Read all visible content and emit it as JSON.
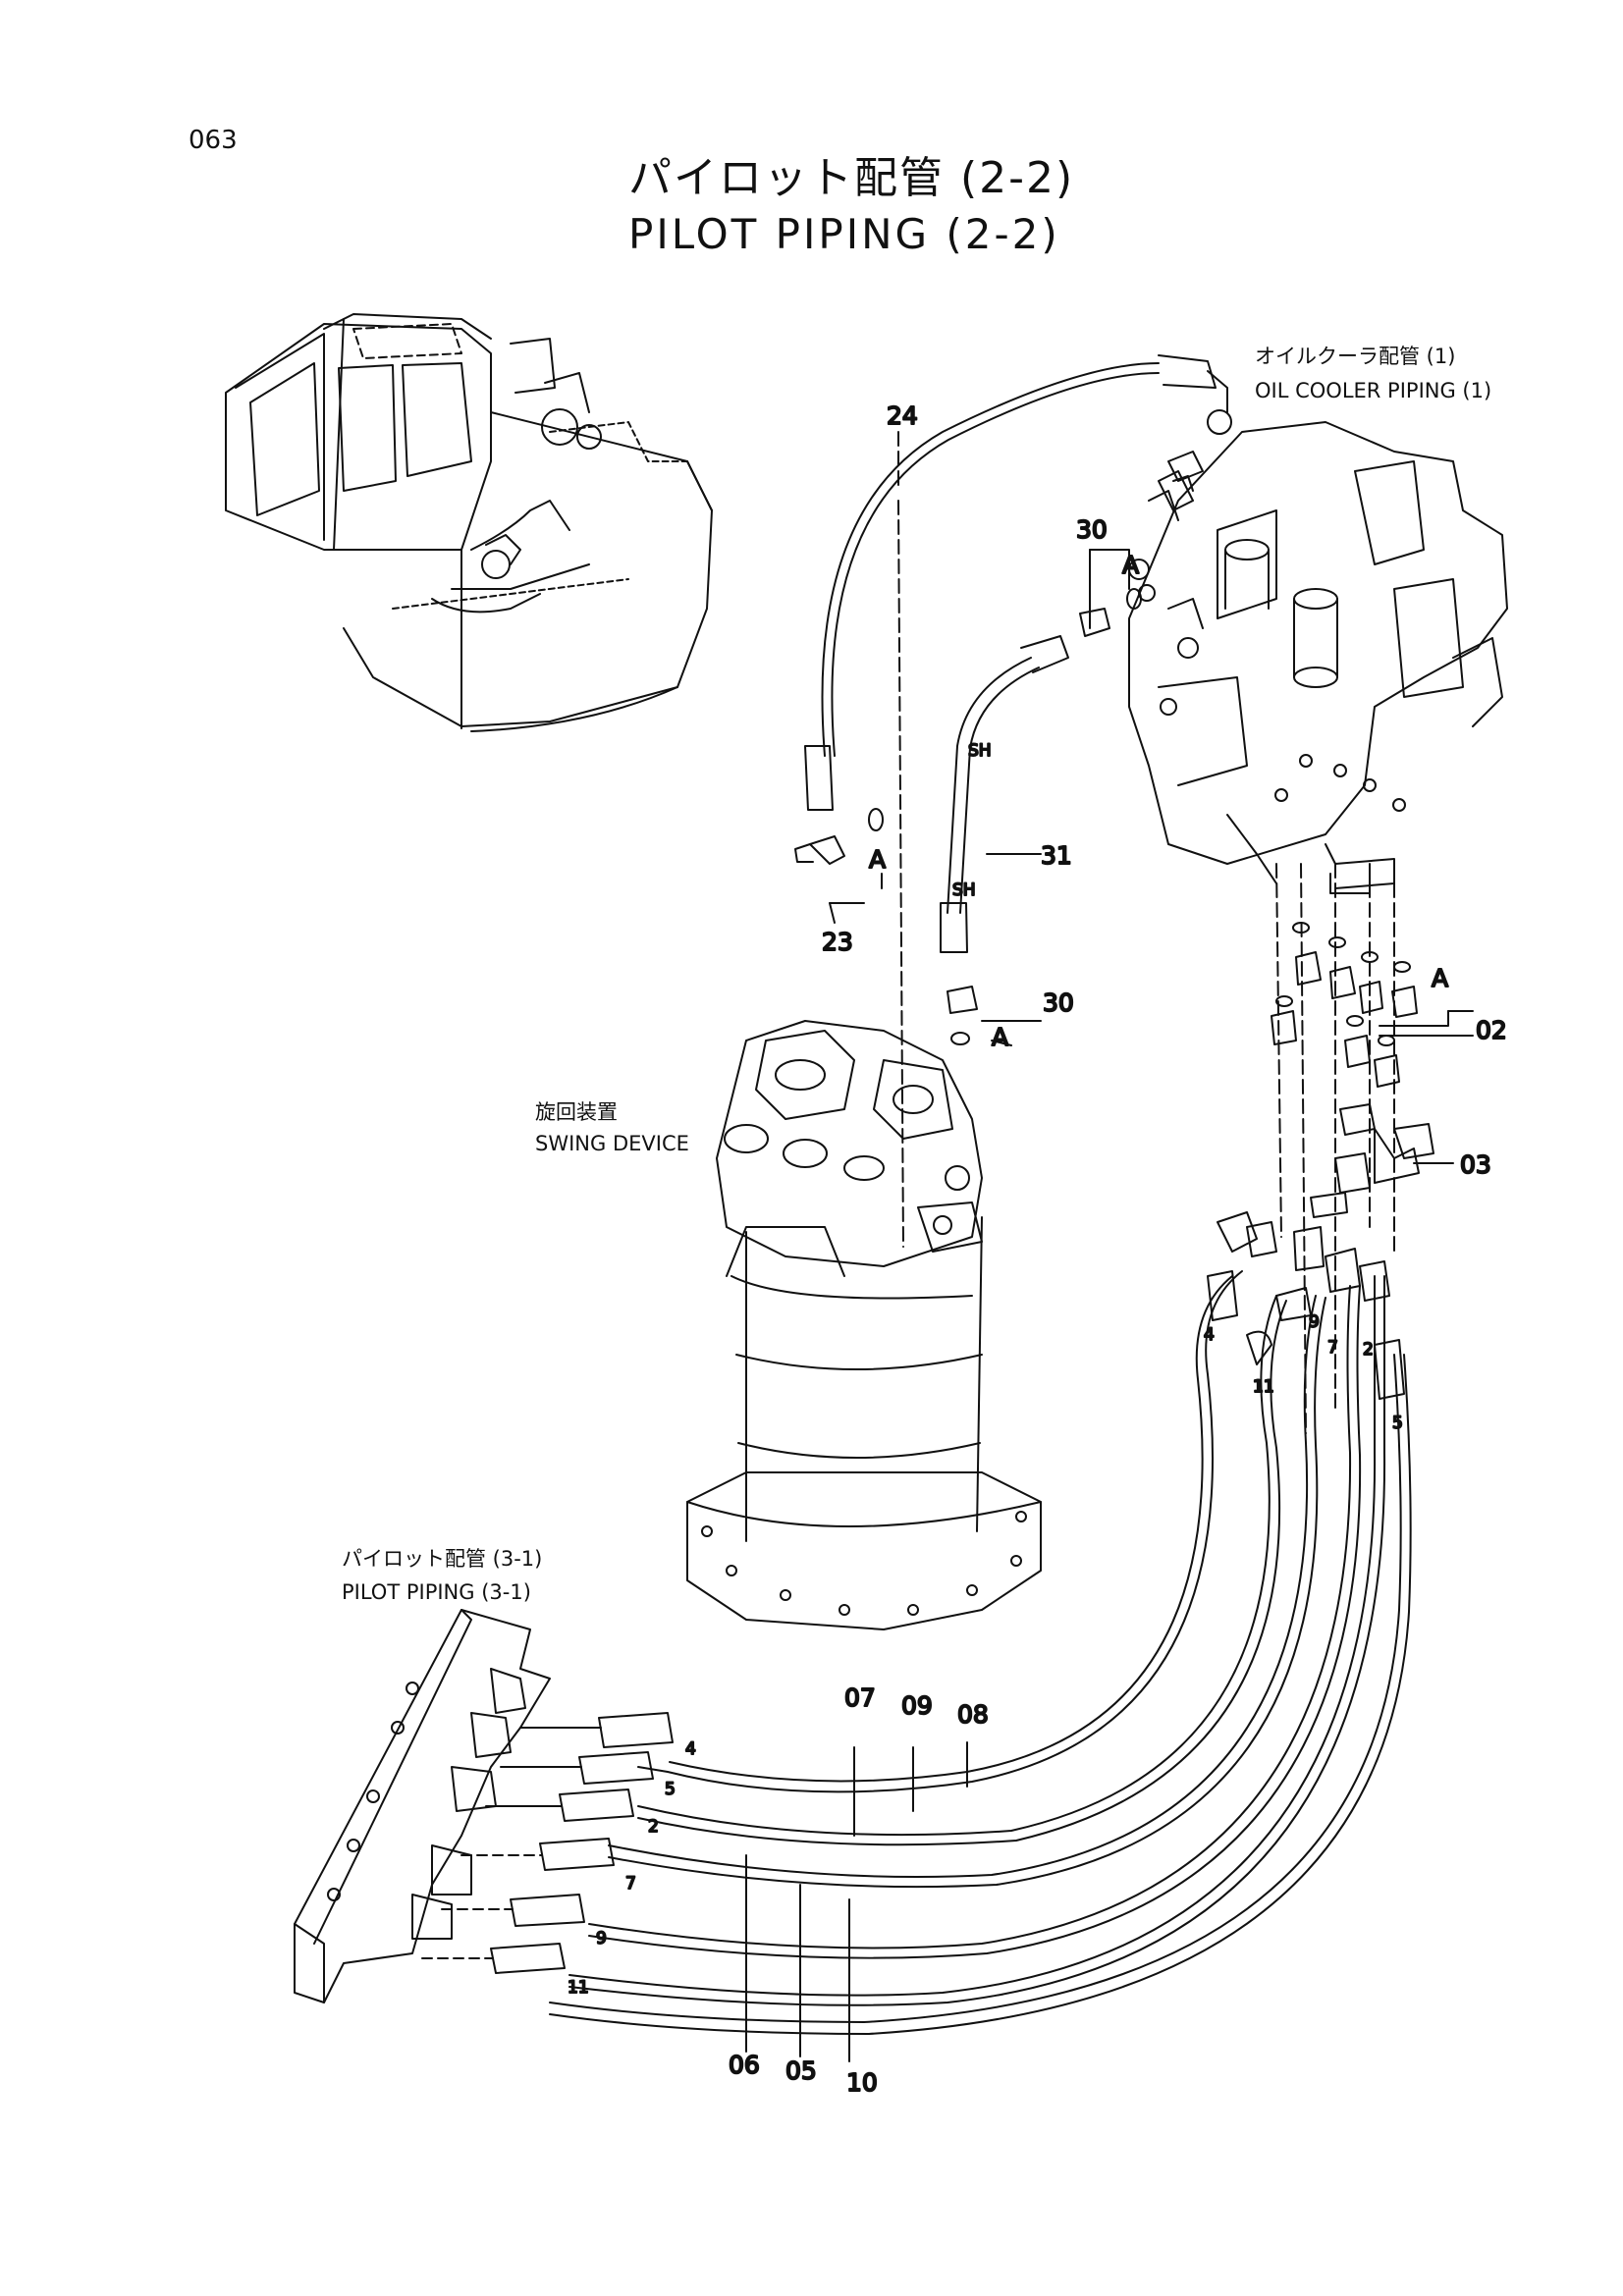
{
  "page": {
    "page_number": "063",
    "title_jp": "パイロット配管 (2-2)",
    "title_en": "PILOT PIPING (2-2)"
  },
  "callouts": {
    "oil_cooler_jp": "オイルクーラ配管 (1)",
    "oil_cooler_en": "OIL COOLER PIPING (1)",
    "swing_device_jp": "旋回装置",
    "swing_device_en": "SWING DEVICE",
    "pilot_piping_jp": "パイロット配管 (3-1)",
    "pilot_piping_en": "PILOT PIPING (3-1)"
  },
  "part_numbers": {
    "p24": "24",
    "p30a": "30",
    "p30b": "30",
    "p31": "31",
    "p23": "23",
    "p02": "02",
    "p03": "03",
    "p07": "07",
    "p09": "09",
    "p08": "08",
    "p06": "06",
    "p05": "05",
    "p10": "10"
  },
  "letters": {
    "a1": "A",
    "a2": "A",
    "a3": "A",
    "a4": "A",
    "sh1": "SH",
    "sh2": "SH"
  },
  "hose_labels_right": [
    "4",
    "11",
    "9",
    "7",
    "2",
    "5"
  ],
  "hose_labels_left": [
    "4",
    "5",
    "2",
    "7",
    "9",
    "11"
  ]
}
